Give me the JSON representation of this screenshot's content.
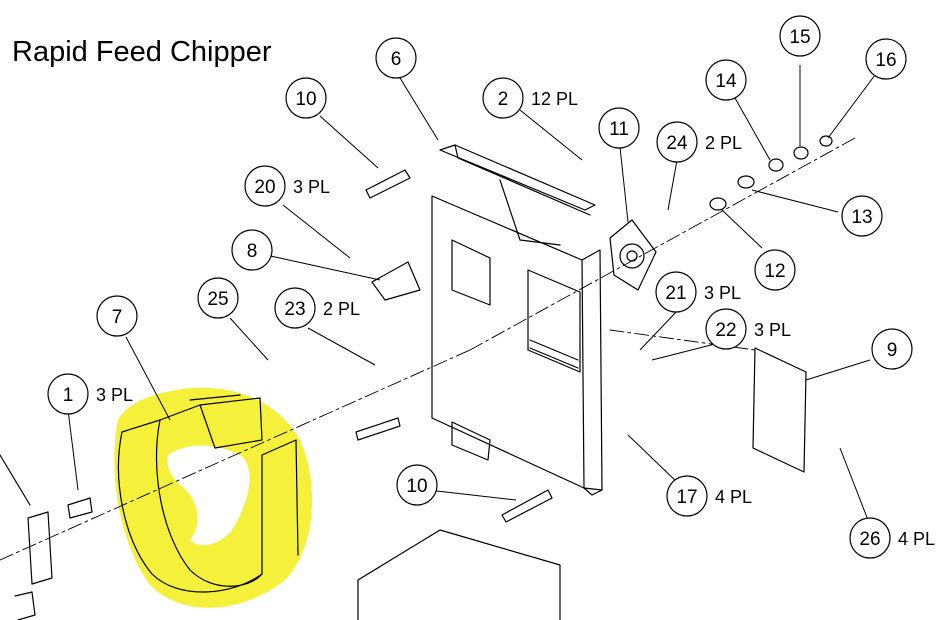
{
  "title": "Rapid Feed Chipper",
  "colors": {
    "line": "#000000",
    "highlight": "#f5f03a",
    "background": "#ffffff"
  },
  "callouts": [
    {
      "id": "c7",
      "num": "7",
      "qty": ""
    },
    {
      "id": "c1",
      "num": "1",
      "qty": "3 PL"
    },
    {
      "id": "c25",
      "num": "25",
      "qty": ""
    },
    {
      "id": "c23",
      "num": "23",
      "qty": "2 PL"
    },
    {
      "id": "c8",
      "num": "8",
      "qty": ""
    },
    {
      "id": "c20",
      "num": "20",
      "qty": "3 PL"
    },
    {
      "id": "c10a",
      "num": "10",
      "qty": ""
    },
    {
      "id": "c6",
      "num": "6",
      "qty": ""
    },
    {
      "id": "c2",
      "num": "2",
      "qty": "12 PL"
    },
    {
      "id": "c11",
      "num": "11",
      "qty": ""
    },
    {
      "id": "c24",
      "num": "24",
      "qty": "2 PL"
    },
    {
      "id": "c14",
      "num": "14",
      "qty": ""
    },
    {
      "id": "c15",
      "num": "15",
      "qty": ""
    },
    {
      "id": "c16",
      "num": "16",
      "qty": ""
    },
    {
      "id": "c13",
      "num": "13",
      "qty": ""
    },
    {
      "id": "c12",
      "num": "12",
      "qty": ""
    },
    {
      "id": "c21",
      "num": "21",
      "qty": "3 PL"
    },
    {
      "id": "c22",
      "num": "22",
      "qty": "3 PL"
    },
    {
      "id": "c9",
      "num": "9",
      "qty": ""
    },
    {
      "id": "c10b",
      "num": "10",
      "qty": ""
    },
    {
      "id": "c17",
      "num": "17",
      "qty": "4 PL"
    },
    {
      "id": "c26",
      "num": "26",
      "qty": "4 PL"
    }
  ]
}
